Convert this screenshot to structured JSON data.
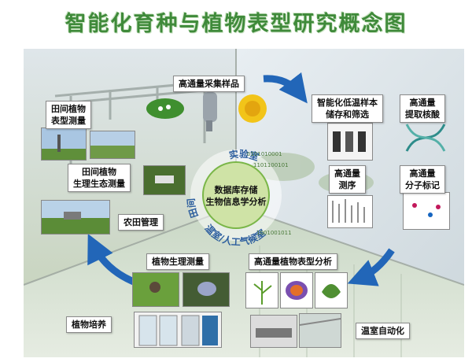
{
  "title": "智能化育种与植物表型研究概念图",
  "center": {
    "line1": "数据库存储",
    "line2": "生物信息学分析",
    "ring_field": "田间",
    "ring_lab": "实验室",
    "ring_greenhouse": "温室/人工气候室",
    "binary_a": "0101010001",
    "binary_b": "1001001011",
    "binary_c": "1101100101"
  },
  "labels": {
    "sampling": "高通量采集样品",
    "storage_l1": "智能化低温样本",
    "storage_l2": "储存和筛选",
    "dna_l1": "高通量",
    "dna_l2": "提取核酸",
    "seq_l1": "高通量",
    "seq_l2": "测序",
    "marker_l1": "高通量",
    "marker_l2": "分子标记",
    "field_pheno_l1": "田间植物",
    "field_pheno_l2": "表型测量",
    "field_eco_l1": "田间植物",
    "field_eco_l2": "生理生态测量",
    "farm_mgmt": "农田管理",
    "plant_physio": "植物生理测量",
    "hts_pheno": "高通量植物表型分析",
    "cultivation": "植物培养",
    "greenhouse_auto": "温室自动化"
  },
  "colors": {
    "title": "#3f8a3a",
    "arrow": "#2266b8",
    "ring": "#7ab648",
    "hub": "#cfe3a6"
  }
}
